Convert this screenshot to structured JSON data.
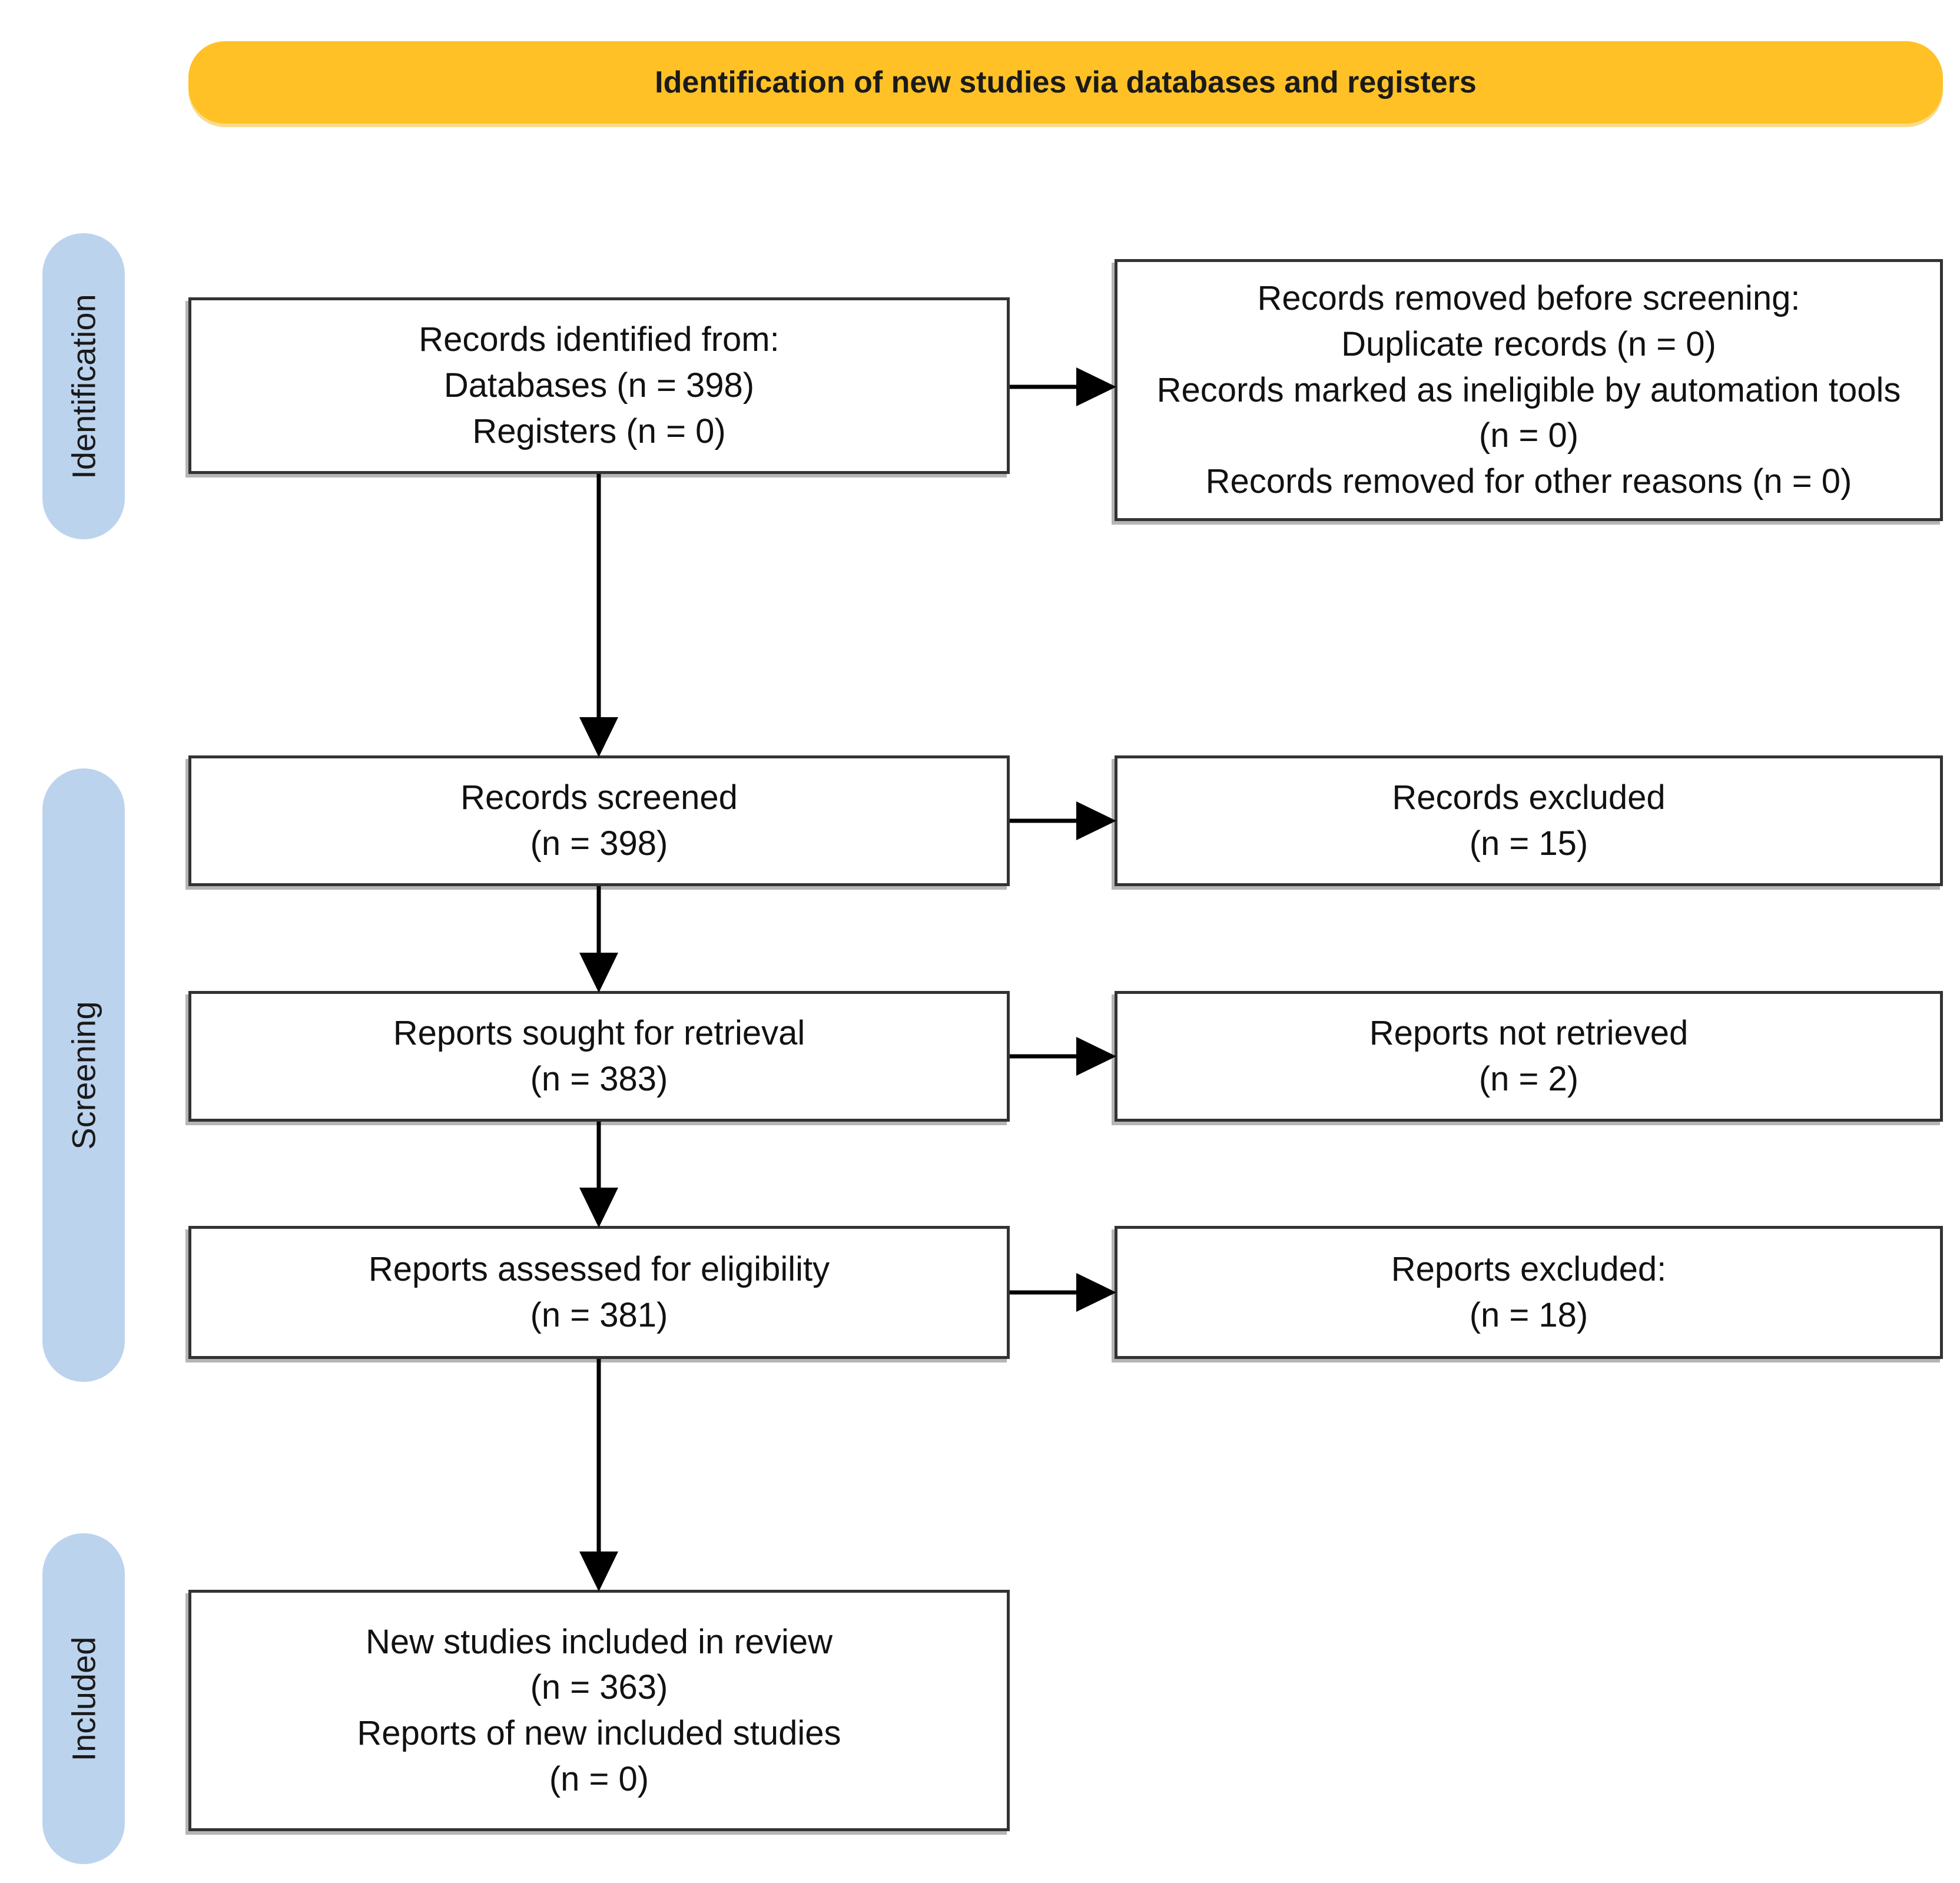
{
  "title_banner": {
    "label": "Identification of new studies via databases and registers"
  },
  "stage_labels": [
    {
      "id": "identification",
      "label": "Identification"
    },
    {
      "id": "screening",
      "label": "Screening"
    },
    {
      "id": "included",
      "label": "Included"
    }
  ],
  "boxes": {
    "records_identified": {
      "text": "Records identified from:\nDatabases (n = 398)\nRegisters (n = 0)"
    },
    "records_removed": {
      "text": "Records removed before screening:\nDuplicate records (n = 0)\nRecords marked as ineligible by automation tools (n = 0)\nRecords removed for other reasons (n = 0)"
    },
    "records_screened": {
      "text": "Records screened\n(n = 398)"
    },
    "records_excluded": {
      "text": "Records excluded\n(n = 15)"
    },
    "reports_sought": {
      "text": "Reports sought for retrieval\n(n = 383)"
    },
    "reports_not_retrieved": {
      "text": "Reports not retrieved\n(n = 2)"
    },
    "reports_assessed": {
      "text": "Reports assessed for eligibility\n(n = 381)"
    },
    "reports_excluded": {
      "text": "Reports excluded:\n(n = 18)"
    },
    "new_studies_included": {
      "text": "New studies included in review\n(n = 363)\nReports of new included studies\n(n = 0)"
    }
  },
  "counts": {
    "databases": 398,
    "registers": 0,
    "duplicate_records_removed": 0,
    "ineligible_by_automation": 0,
    "removed_other_reasons": 0,
    "records_screened": 398,
    "records_excluded": 15,
    "reports_sought": 383,
    "reports_not_retrieved": 2,
    "reports_assessed": 381,
    "reports_excluded": 18,
    "new_studies_included": 363,
    "reports_of_new_included": 0
  },
  "colors": {
    "banner-bg": "#FFC125",
    "stage-bg": "#BCD3EE",
    "box-border": "#333333",
    "arrow": "#000000",
    "shadow": "#b5b5b5",
    "text": "#111111"
  }
}
